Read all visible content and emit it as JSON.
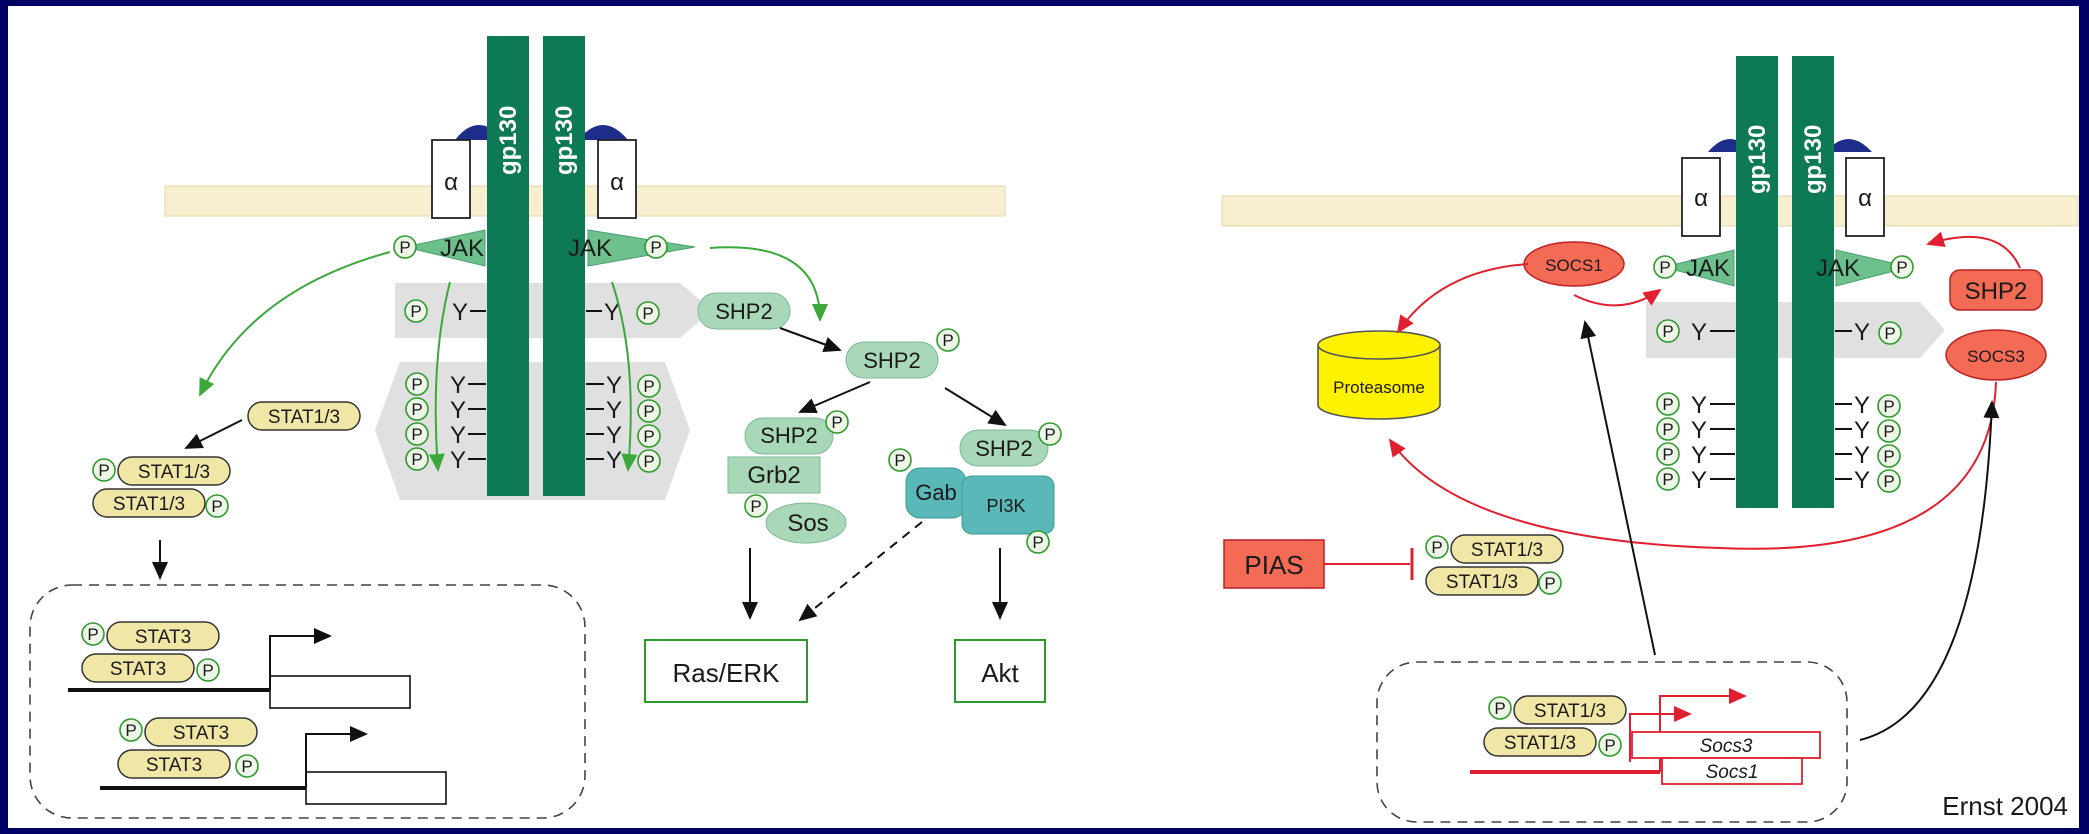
{
  "labels": {
    "gp130": "gp130",
    "alpha": "α",
    "jak": "JAK",
    "p": "P",
    "y": "Y",
    "shp2": "SHP2",
    "stat13": "STAT1/3",
    "stat3": "STAT3",
    "grb2": "Grb2",
    "sos": "Sos",
    "gab": "Gab",
    "pi3k": "PI3K",
    "ras_erk": "Ras/ERK",
    "akt": "Akt",
    "socs1": "SOCS1",
    "socs3": "SOCS3",
    "proteasome": "Proteasome",
    "pias": "PIAS",
    "socs3_gene": "Socs3",
    "socs1_gene": "Socs1"
  },
  "citation": "Ernst 2004",
  "colors": {
    "background": "#000066",
    "receptor": "#0e7a55",
    "membrane": "#f7efd0",
    "stat": "#f0e6a6",
    "shp2": "#a9d8b8",
    "socs": "#f36a55",
    "proteasome": "#fff200"
  }
}
